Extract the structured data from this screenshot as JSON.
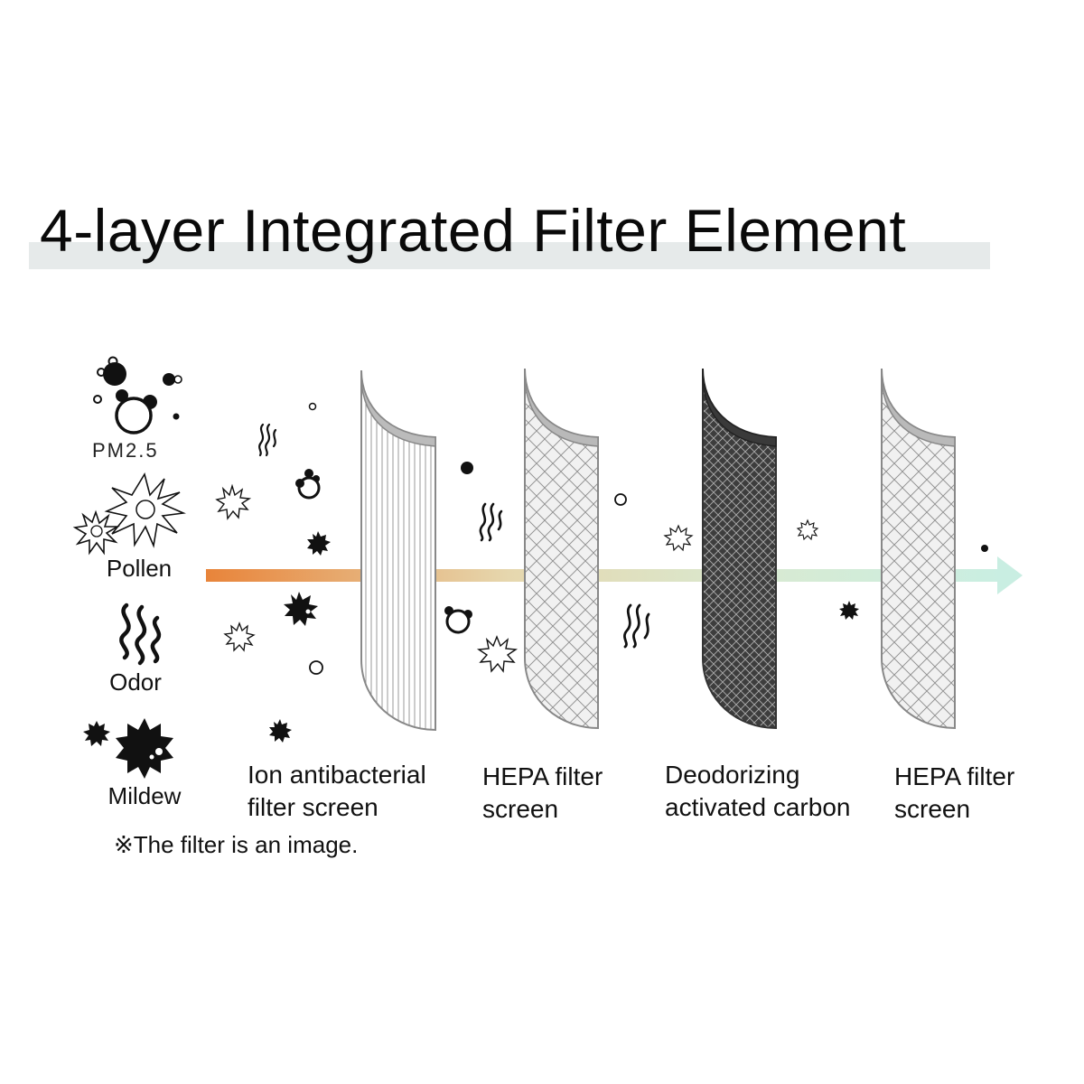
{
  "title": "4-layer Integrated Filter Element",
  "categories": [
    {
      "label": "PM2.5",
      "icon": "pm25-particles-icon"
    },
    {
      "label": "Pollen",
      "icon": "pollen-icon"
    },
    {
      "label": "Odor",
      "icon": "odor-waves-icon"
    },
    {
      "label": "Mildew",
      "icon": "mildew-spore-icon"
    }
  ],
  "layers": [
    {
      "line1": "Ion antibacterial",
      "line2": "filter screen"
    },
    {
      "line1": "HEPA filter",
      "line2": "screen"
    },
    {
      "line1": "Deodorizing",
      "line2": "activated carbon"
    },
    {
      "line1": "HEPA filter",
      "line2": "screen"
    }
  ],
  "note": "※The filter is an image.",
  "colors": {
    "arrow_start": "#e8843a",
    "arrow_mid": "#e6d7ae",
    "arrow_end": "#cfeee2",
    "carbon": "#4a4a4a",
    "filter_light": "#f2f2f2",
    "title_band": "#e6eaea"
  }
}
